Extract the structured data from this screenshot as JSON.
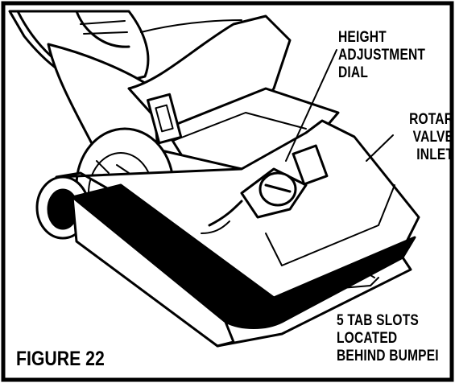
{
  "figure": {
    "caption": "FIGURE 22",
    "callouts": {
      "height_dial": [
        "HEIGHT",
        "ADJUSTMENT",
        "DIAL"
      ],
      "rotary_valve": [
        "ROTAR",
        "VALVE",
        "INLET"
      ],
      "tab_slots": [
        "5 TAB SLOTS",
        "LOCATED",
        "BEHIND BUMPEI"
      ]
    }
  }
}
